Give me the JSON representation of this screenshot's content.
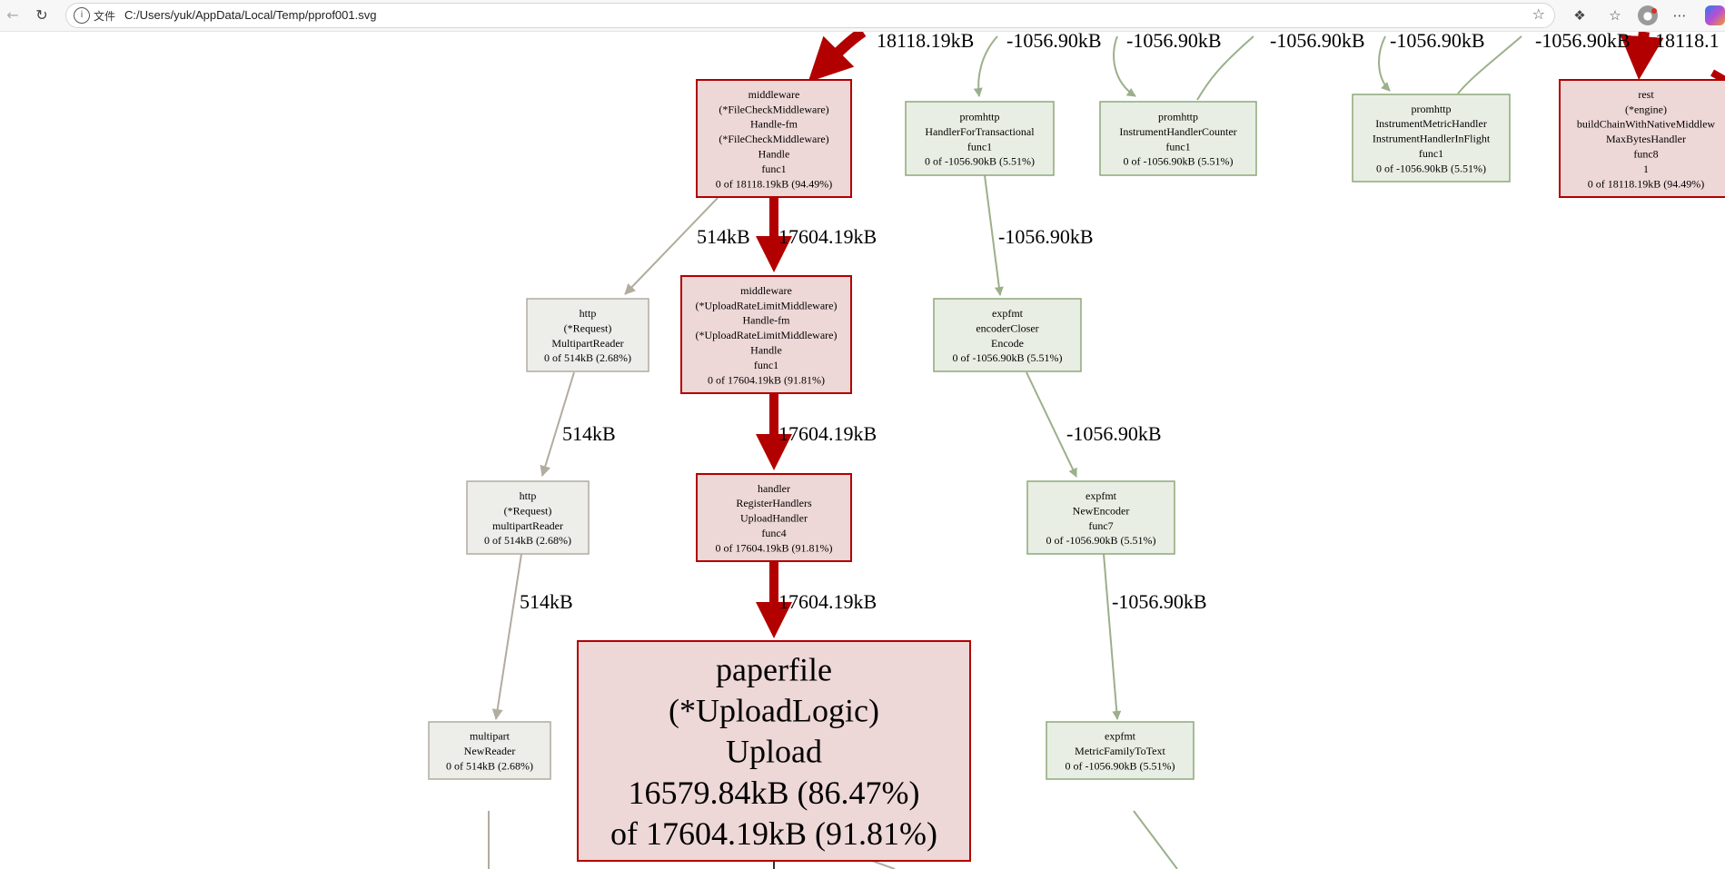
{
  "browser": {
    "back_icon": "arrow-left-icon",
    "reload_icon": "reload-icon",
    "scheme_label": "文件",
    "url": "C:/Users/yuk/AppData/Local/Temp/pprof001.svg",
    "favorite_icon": "star-icon",
    "extensions_icon": "puzzle-icon",
    "favorites_icon": "favorites-list-icon",
    "profile_icon": "avatar-icon",
    "menu_icon": "more-icon",
    "copilot_icon": "copilot-icon"
  },
  "colors": {
    "hot_fill": "#eed7d7",
    "hot_stroke": "#b20000",
    "hot_edge": "#b20000",
    "neg_fill": "#e9eee4",
    "neg_stroke": "#8ea87a",
    "neg_edge": "#9bb08a",
    "cold_fill": "#ededea",
    "cold_stroke": "#b2ac9f",
    "cold_edge": "#b2ac9f"
  },
  "top_edge_labels": [
    "18118.19kB",
    "-1056.90kB",
    "-1056.90kB",
    "-1056.90kB",
    "-1056.90kB",
    "-1056.90kB",
    "18118.1"
  ],
  "nodes": [
    {
      "id": "fcm",
      "lines": [
        "middleware",
        "(*FileCheckMiddleware)",
        "Handle-fm",
        "(*FileCheckMiddleware)",
        "Handle",
        "func1",
        "0 of 18118.19kB (94.49%)"
      ]
    },
    {
      "id": "http_mr",
      "lines": [
        "http",
        "(*Request)",
        "MultipartReader",
        "0 of 514kB (2.68%)"
      ]
    },
    {
      "id": "urlm",
      "lines": [
        "middleware",
        "(*UploadRateLimitMiddleware)",
        "Handle-fm",
        "(*UploadRateLimitMiddleware)",
        "Handle",
        "func1",
        "0 of 17604.19kB (91.81%)"
      ]
    },
    {
      "id": "http_mr2",
      "lines": [
        "http",
        "(*Request)",
        "multipartReader",
        "0 of 514kB (2.68%)"
      ]
    },
    {
      "id": "handler",
      "lines": [
        "handler",
        "RegisterHandlers",
        "UploadHandler",
        "func4",
        "0 of 17604.19kB (91.81%)"
      ]
    },
    {
      "id": "multipart",
      "lines": [
        "multipart",
        "NewReader",
        "0 of 514kB (2.68%)"
      ]
    },
    {
      "id": "upload",
      "lines": [
        "paperfile",
        "(*UploadLogic)",
        "Upload",
        "16579.84kB (86.47%)",
        "of 17604.19kB (91.81%)"
      ]
    },
    {
      "id": "promtx",
      "lines": [
        "promhttp",
        "HandlerForTransactional",
        "func1",
        "0 of -1056.90kB (5.51%)"
      ]
    },
    {
      "id": "promctr",
      "lines": [
        "promhttp",
        "InstrumentHandlerCounter",
        "func1",
        "0 of -1056.90kB (5.51%)"
      ]
    },
    {
      "id": "promflight",
      "lines": [
        "promhttp",
        "InstrumentMetricHandler",
        "InstrumentHandlerInFlight",
        "func1",
        "0 of -1056.90kB (5.51%)"
      ]
    },
    {
      "id": "rest",
      "lines": [
        "rest",
        "(*engine)",
        "buildChainWithNativeMiddlew",
        "MaxBytesHandler",
        "func8",
        "1",
        "0 of 18118.19kB (94.49%)"
      ]
    },
    {
      "id": "encoder",
      "lines": [
        "expfmt",
        "encoderCloser",
        "Encode",
        "0 of -1056.90kB (5.51%)"
      ]
    },
    {
      "id": "newenc",
      "lines": [
        "expfmt",
        "NewEncoder",
        "func7",
        "0 of -1056.90kB (5.51%)"
      ]
    },
    {
      "id": "mftt",
      "lines": [
        "expfmt",
        "MetricFamilyToText",
        "0 of -1056.90kB (5.51%)"
      ]
    }
  ],
  "edge_labels": {
    "fcm_http": "514kB",
    "fcm_urlm": "17604.19kB",
    "promtx_enc": "-1056.90kB",
    "http_http2": "514kB",
    "urlm_handler": "17604.19kB",
    "enc_newenc": "-1056.90kB",
    "http2_multipart": "514kB",
    "handler_upload": "17604.19kB",
    "newenc_mftt": "-1056.90kB"
  }
}
